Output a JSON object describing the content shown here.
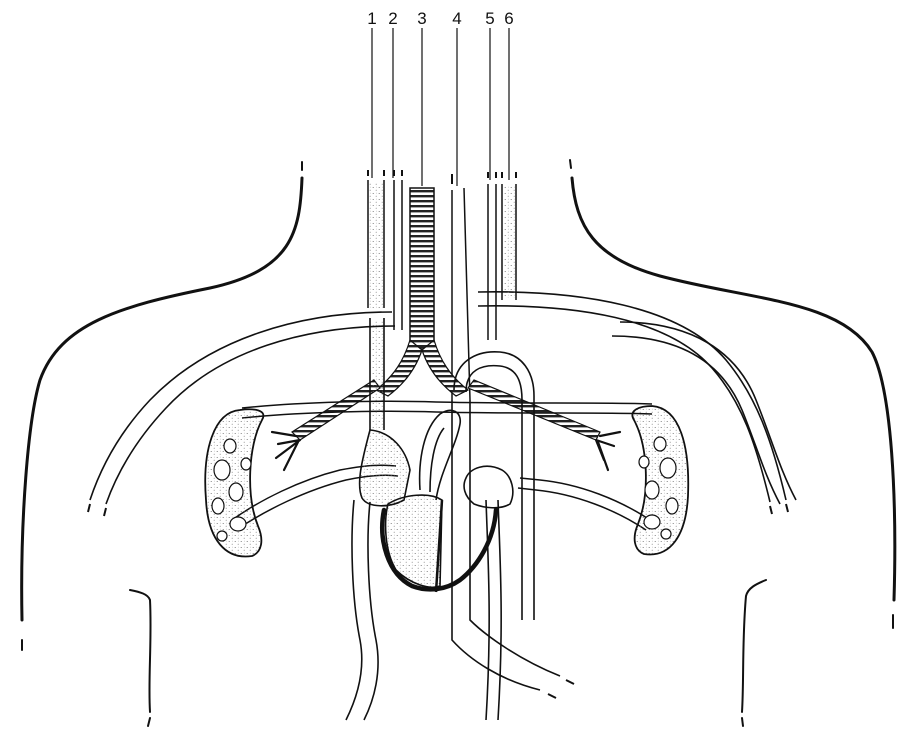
{
  "diagram": {
    "labels": [
      "1",
      "2",
      "3",
      "4",
      "5",
      "6"
    ],
    "colors": {
      "line": "#111111",
      "background": "#ffffff",
      "vessel_fill": "#ffffff",
      "stipple": "#666666",
      "heart_fill": "#ebebeb"
    }
  }
}
